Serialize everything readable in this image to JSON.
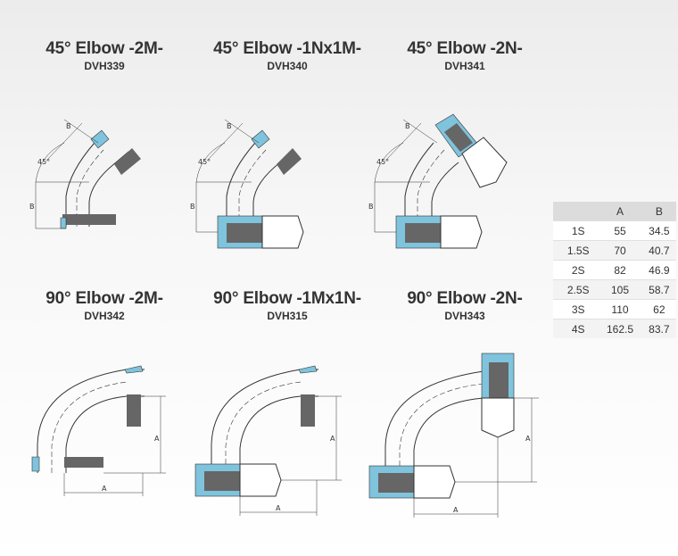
{
  "products": [
    {
      "title": "45° Elbow -2M-",
      "code": "DVH339"
    },
    {
      "title": "45° Elbow -1Nx1M-",
      "code": "DVH340"
    },
    {
      "title": "45° Elbow -2N-",
      "code": "DVH341"
    },
    {
      "title": "90° Elbow -2M-",
      "code": "DVH342"
    },
    {
      "title": "90° Elbow -1Mx1N-",
      "code": "DVH315"
    },
    {
      "title": "90° Elbow -2N-",
      "code": "DVH343"
    }
  ],
  "dimension_labels": {
    "a": "A",
    "b": "B",
    "angle": "45°"
  },
  "colors": {
    "accent": "#7fc3dd",
    "table_header": "#dcdcdc",
    "stroke": "#333333"
  },
  "table": {
    "headers": [
      "",
      "A",
      "B"
    ],
    "rows": [
      [
        "1S",
        "55",
        "34.5"
      ],
      [
        "1.5S",
        "70",
        "40.7"
      ],
      [
        "2S",
        "82",
        "46.9"
      ],
      [
        "2.5S",
        "105",
        "58.7"
      ],
      [
        "3S",
        "110",
        "62"
      ],
      [
        "4S",
        "162.5",
        "83.7"
      ]
    ]
  }
}
